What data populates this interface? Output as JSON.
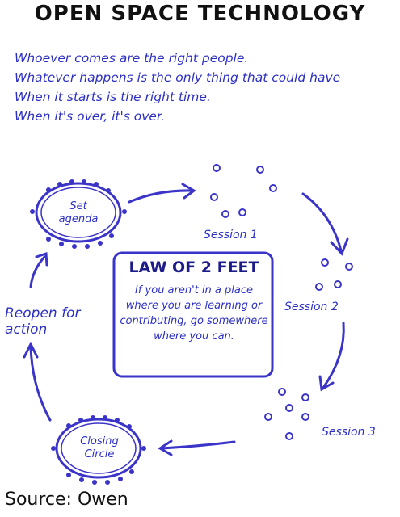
{
  "title": "OPEN SPACE TECHNOLOGY",
  "principles": [
    "Whoever comes are the right people.",
    "Whatever happens is the only thing that could have",
    "When it starts is the right time.",
    "When it's over, it's over."
  ],
  "circles": {
    "set_agenda": "Set agenda",
    "closing_circle": "Closing Circle"
  },
  "sessions": [
    "Session 1",
    "Session 2",
    "Session 3"
  ],
  "reopen": "Reopen for action",
  "law": {
    "title": "LAW OF 2 FEET",
    "text": "If you aren't in a place where you are learning or contributing, go somewhere where you can."
  },
  "source": "Source: Owen",
  "colors": {
    "ink": "#2b2fc4",
    "title": "#111111"
  }
}
